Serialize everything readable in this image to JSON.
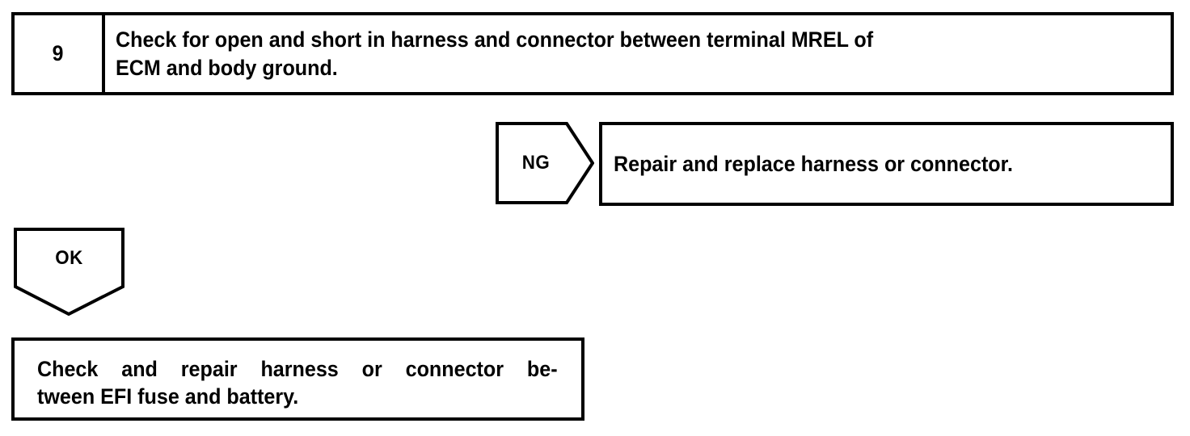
{
  "diagram": {
    "type": "automotive-diagnostic-flowchart",
    "colors": {
      "ink": "#000000",
      "paper": "#ffffff"
    },
    "step": {
      "number": "9",
      "instruction": "Check for open and short in harness and connector between terminal MREL of\nECM and body ground."
    },
    "branches": {
      "ng": {
        "label": "NG",
        "shape": "right-pointing-pentagon-arrow",
        "target_text": "Repair and replace harness or connector."
      },
      "ok": {
        "label": "OK",
        "shape": "down-pointing-pentagon-arrow",
        "target_line_1": "Check and repair harness or connector be-",
        "target_line_2": "tween EFI fuse and battery."
      }
    }
  }
}
